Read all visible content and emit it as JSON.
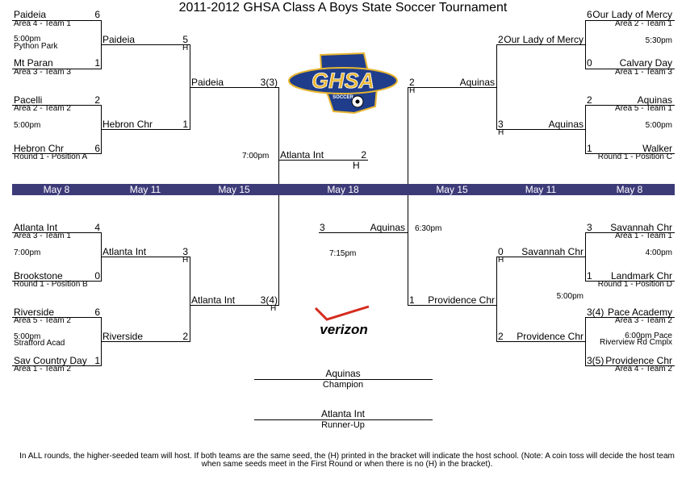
{
  "title": "2011-2012 GHSA Class A Boys State Soccer Tournament",
  "colors": {
    "date_band": "#3d3a78",
    "logo_blue": "#1f3d8a",
    "logo_gold": "#e8b631",
    "verizon_red": "#d52b1e"
  },
  "logos": {
    "ghsa": "GHSA",
    "ghsa_sub": "SOCCER",
    "verizon": "verizon"
  },
  "dates": [
    "May 8",
    "May 11",
    "May 15",
    "May 18",
    "May 15",
    "May 11",
    "May 8"
  ],
  "left_top": {
    "r1a": {
      "team1": "Paideia",
      "seed1": "Area 4 - Team 1",
      "score1": "6",
      "time": "5:00pm",
      "venue": "Python Park",
      "team2": "Mt Paran",
      "seed2": "Area 3 - Team 3",
      "score2": "1"
    },
    "r1b": {
      "team1": "Pacelli",
      "seed1": "Area 2 - Team 2",
      "score1": "2",
      "time": "5:00pm",
      "team2": "Hebron Chr",
      "seed2": "Round 1 - Position A",
      "score2": "6"
    },
    "r2": {
      "team1": "Paideia",
      "score1": "5",
      "host1": "H",
      "team2": "Hebron Chr",
      "score2": "1"
    },
    "r3": {
      "team": "Paideia",
      "score": "3(3)",
      "time": "7:00pm"
    }
  },
  "left_bottom": {
    "r1a": {
      "team1": "Atlanta Int",
      "seed1": "Area 3 - Team 1",
      "score1": "4",
      "time": "7:00pm",
      "team2": "Brookstone",
      "seed2": "Round 1 - Position B",
      "score2": "0"
    },
    "r1b": {
      "team1": "Riverside",
      "seed1": "Area 5 - Team 2",
      "score1": "6",
      "time": "5:00pm",
      "venue": "Stratford Acad",
      "team2": "Sav Country Day",
      "seed2": "Area 1 - Team 2",
      "score2": "1"
    },
    "r2": {
      "team1": "Atlanta Int",
      "score1": "3",
      "host1": "H",
      "team2": "Riverside",
      "score2": "2"
    },
    "r3": {
      "team": "Atlanta Int",
      "score": "3(4)",
      "host": "H"
    }
  },
  "right_top": {
    "r1a": {
      "team1": "Our Lady of Mercy",
      "seed1": "Area 2 - Team 1",
      "score1": "6",
      "time": "5:30pm",
      "team2": "Calvary Day",
      "seed2": "Area 1 - Team 3",
      "score2": "0"
    },
    "r1b": {
      "team1": "Aquinas",
      "seed1": "Area 5 - Team 1",
      "score1": "2",
      "time": "5:00pm",
      "team2": "Walker",
      "seed2": "Round 1 - Position C",
      "score2": "1"
    },
    "r2": {
      "team1": "Our Lady of Mercy",
      "score1": "2",
      "team2": "Aquinas",
      "score2": "3",
      "host2": "H"
    },
    "r3": {
      "team": "Aquinas",
      "score": "2",
      "host": "H"
    }
  },
  "right_bottom": {
    "r1a": {
      "team1": "Savannah Chr",
      "seed1": "Area 1 - Team 1",
      "score1": "3",
      "time": "4:00pm",
      "team2": "Landmark Chr",
      "seed2": "Round 1 - Position D",
      "score2": "1"
    },
    "r1b": {
      "team1": "Pace Academy",
      "seed1": "Area 3 - Team 2",
      "score1": "3(4)",
      "time": "6:00pm Pace",
      "venue": "Riverview Rd Cmplx",
      "team2": "Providence Chr",
      "seed2": "Area 4 - Team 2",
      "score2": "3(5)"
    },
    "r2": {
      "team1": "Savannah Chr",
      "score1": "0",
      "host1": "H",
      "team2": "Providence Chr",
      "score2": "2",
      "time": "5:00pm"
    },
    "r3": {
      "team": "Providence Chr",
      "score": "1",
      "time": "6:30pm"
    }
  },
  "final": {
    "top_team": "Atlanta Int",
    "top_score": "2",
    "top_host": "H",
    "bottom_team": "Aquinas",
    "bottom_score": "3",
    "time": "7:15pm"
  },
  "champion": {
    "team": "Aquinas",
    "label": "Champion"
  },
  "runner_up": {
    "team": "Atlanta Int",
    "label": "Runner-Up"
  },
  "footer": "In ALL rounds, the higher-seeded team will host.  If both teams are the same seed, the (H) printed in the bracket will indicate the host school. (Note: A coin toss will decide the host team when same seeds meet in the First Round or when there is no (H) in the bracket)."
}
